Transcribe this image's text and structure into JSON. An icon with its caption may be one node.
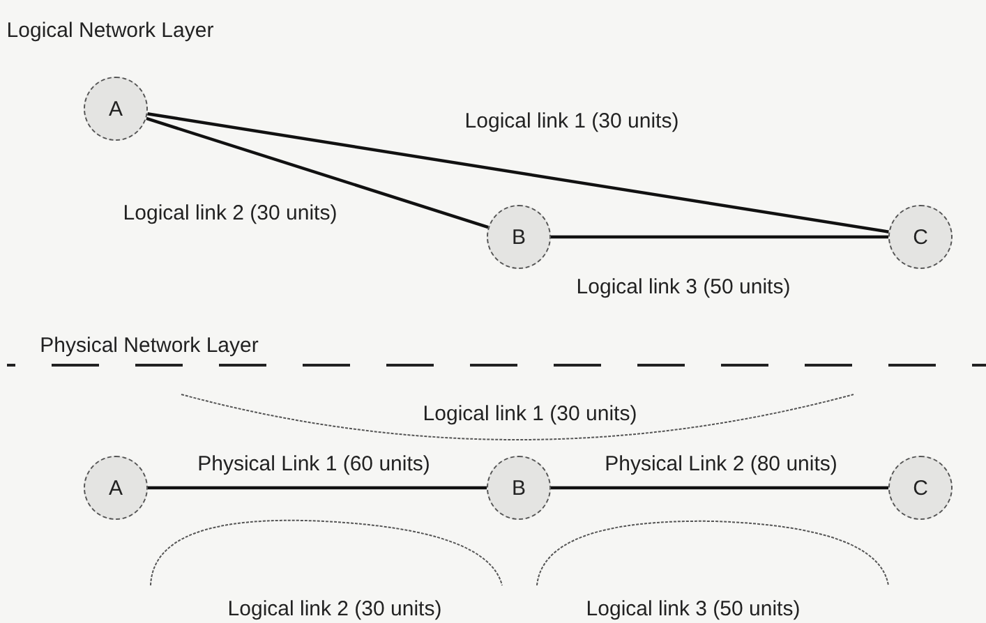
{
  "diagram": {
    "nodes": [
      {
        "text": [
          "A"
        ]
      },
      {
        "text": [
          "B"
        ]
      },
      {
        "text": [
          "C"
        ]
      },
      {
        "text": [
          "A"
        ]
      },
      {
        "text": [
          "B"
        ]
      },
      {
        "text": [
          "C"
        ]
      }
    ],
    "edges": [
      {
        "from": 0,
        "to": 2,
        "arrow": "none",
        "label": "Logical link 1 (30 units)"
      },
      {
        "from": 0,
        "to": 1,
        "arrow": "none",
        "label": "Logical link 2 (30 units)"
      },
      {
        "from": 1,
        "to": 2,
        "arrow": "none",
        "label": "Logical link 3 (50 units)"
      },
      {
        "from": 3,
        "to": 4,
        "arrow": "none",
        "label": "Physical Link 1 (60 units)"
      },
      {
        "from": 4,
        "to": 5,
        "arrow": "none",
        "label": "Physical Link 2 (80 units)"
      }
    ],
    "labels": [
      "Logical Network Layer",
      "Physical Network Layer",
      "Logical link 1 (30 units)",
      "Logical link 2 (30 units)",
      "Logical link 3 (50 units)"
    ]
  }
}
